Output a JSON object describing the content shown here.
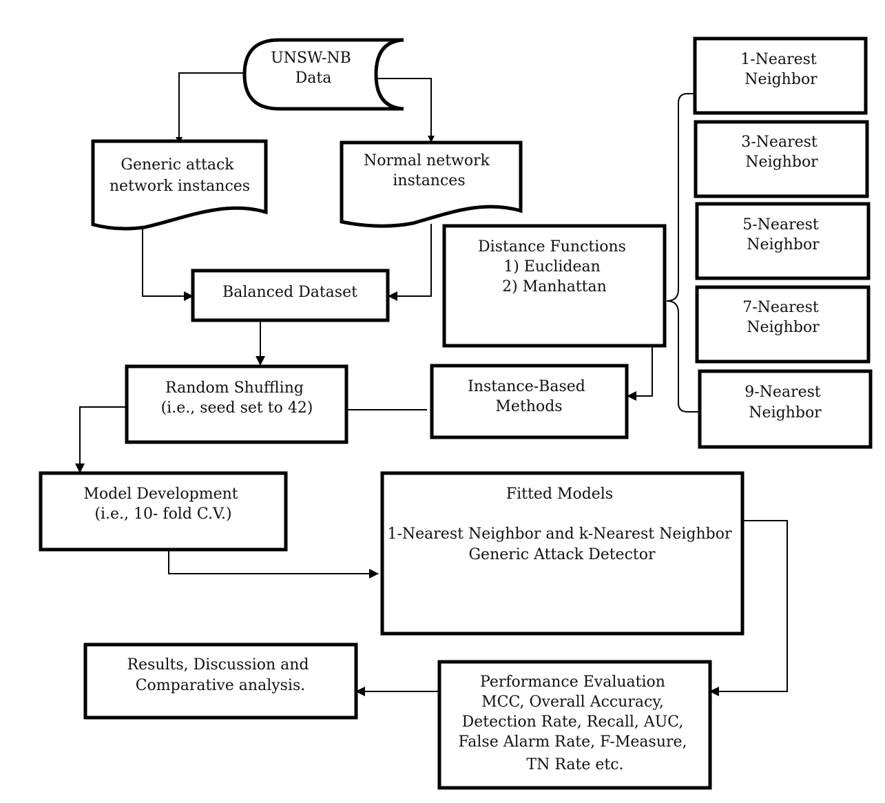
{
  "nodes": {
    "unsw_data": {
      "lines": [
        "UNSW-NB",
        "Data"
      ]
    },
    "generic_attack": {
      "lines": [
        "Generic attack",
        "network instances"
      ]
    },
    "normal_network": {
      "lines": [
        "Normal network",
        "instances"
      ]
    },
    "balanced_dataset": {
      "lines": [
        "Balanced Dataset"
      ]
    },
    "distance_functions": {
      "lines": [
        "Distance Functions",
        "1) Euclidean",
        "2) Manhattan"
      ]
    },
    "random_shuffling": {
      "lines": [
        "Random Shuffling",
        "(i.e., seed set to 42)"
      ]
    },
    "instance_based": {
      "lines": [
        "Instance-Based",
        "Methods"
      ]
    },
    "model_development": {
      "lines": [
        "Model Development",
        "(i.e., 10- fold C.V.)"
      ]
    },
    "fitted_models": {
      "lines": [
        "Fitted Models",
        "1-Nearest Neighbor and k-Nearest Neighbor",
        "Generic Attack Detector"
      ]
    },
    "results": {
      "lines": [
        "Results, Discussion and",
        "Comparative analysis."
      ]
    },
    "performance": {
      "lines": [
        "Performance Evaluation",
        "MCC, Overall Accuracy,",
        "Detection Rate, Recall, AUC,",
        "False Alarm Rate, F-Measure,",
        "TN Rate etc."
      ]
    },
    "nn1": {
      "lines": [
        "1-Nearest",
        "Neighbor"
      ]
    },
    "nn3": {
      "lines": [
        "3-Nearest",
        "Neighbor"
      ]
    },
    "nn5": {
      "lines": [
        "5-Nearest",
        "Neighbor"
      ]
    },
    "nn7": {
      "lines": [
        "7-Nearest",
        "Neighbor"
      ]
    },
    "nn9": {
      "lines": [
        "9-Nearest",
        "Neighbor"
      ]
    }
  }
}
